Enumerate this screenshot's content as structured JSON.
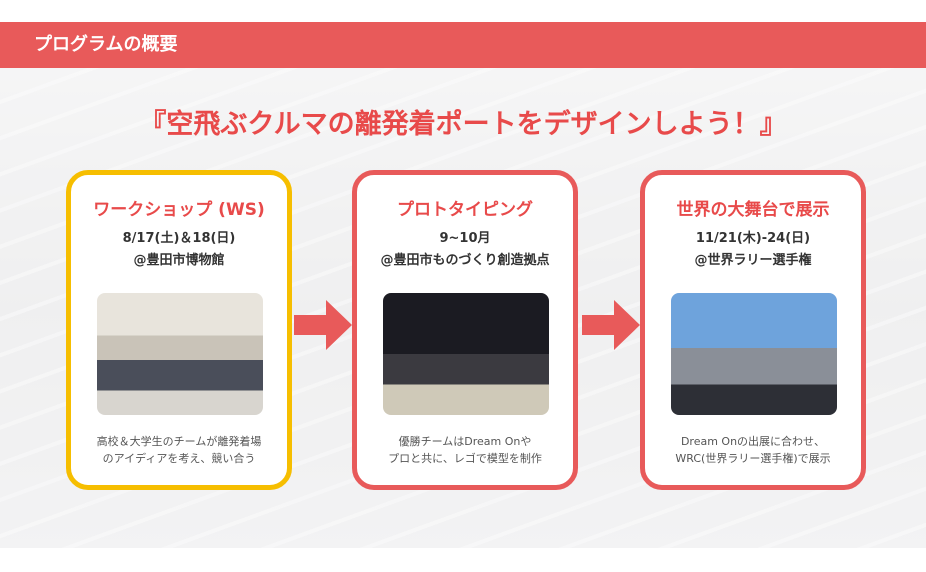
{
  "header": {
    "title": "プログラムの概要"
  },
  "main_title": "『空飛ぶクルマの離発着ポートをデザインしよう！』",
  "cards": [
    {
      "title": "ワークショップ (WS)",
      "date": "8/17(土)＆18(日)",
      "place": "@豊田市博物館",
      "desc1": "高校＆大学生のチームが離発着場",
      "desc2": "のアイディアを考え、競い合う"
    },
    {
      "title": "プロトタイピング",
      "date": "9~10月",
      "place": "@豊田市ものづくり創造拠点",
      "desc1": "優勝チームはDream Onや",
      "desc2": "プロと共に、レゴで模型を制作"
    },
    {
      "title": "世界の大舞台で展示",
      "date": "11/21(木)-24(日)",
      "place": "@世界ラリー選手権",
      "desc1": "Dream Onの出展に合わせ、",
      "desc2": "WRC(世界ラリー選手権)で展示"
    }
  ],
  "colors": {
    "accent": "#E85A5A",
    "yellow": "#F6BE00"
  }
}
